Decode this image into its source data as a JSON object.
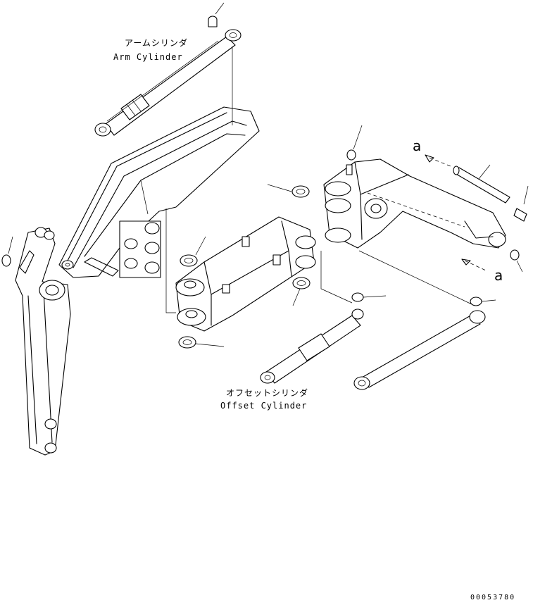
{
  "labels": {
    "arm_cylinder_ja": "アームシリンダ",
    "arm_cylinder_en": "Arm Cylinder",
    "offset_cylinder_ja": "オフセットシリンダ",
    "offset_cylinder_en": "Offset Cylinder",
    "ref_a_top": "a",
    "ref_a_bottom": "a",
    "drawing_number": "00053780"
  },
  "colors": {
    "line": "#000000",
    "background": "#ffffff"
  }
}
